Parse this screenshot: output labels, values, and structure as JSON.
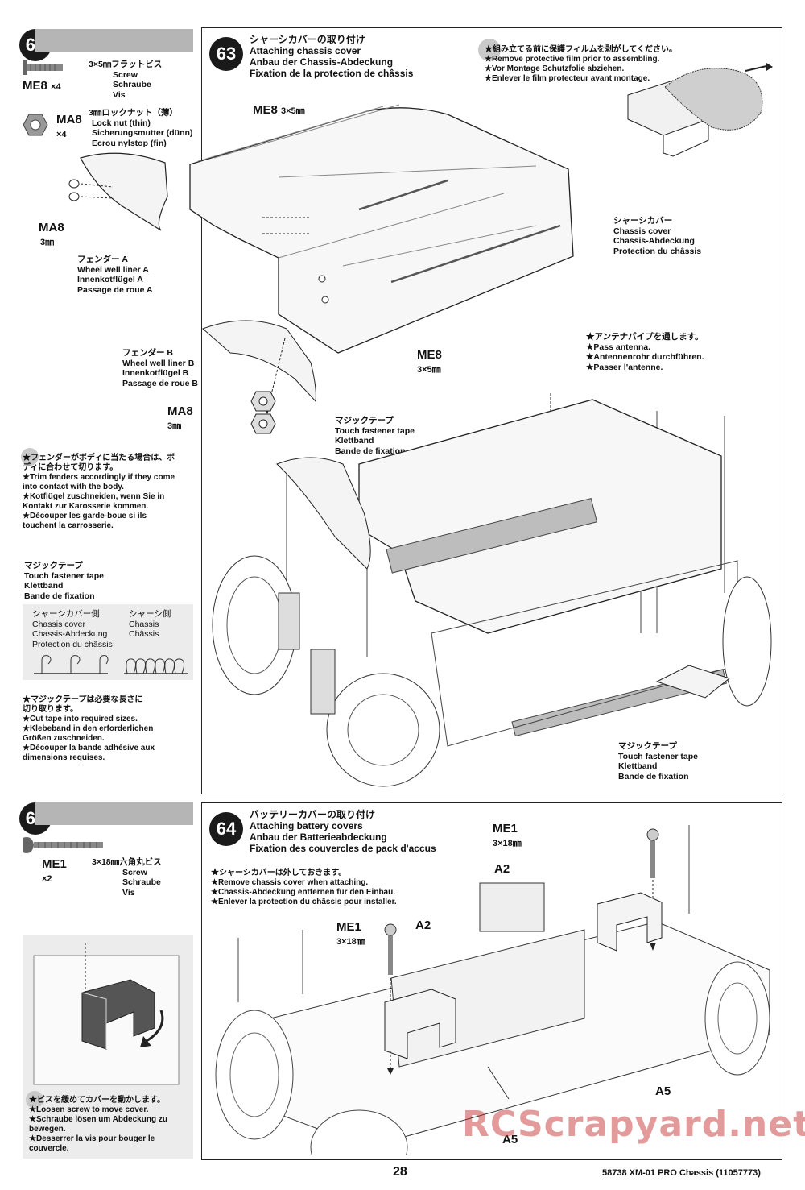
{
  "step63": {
    "number": "63",
    "title_lines": [
      "シャーシカバーの取り付け",
      "Attaching chassis cover",
      "Anbau der Chassis-Abdeckung",
      "Fixation de la protection de châssis"
    ],
    "parts": [
      {
        "code": "ME8",
        "qty": "×4",
        "size": "3×5㎜フラットビス",
        "names": [
          "Screw",
          "Schraube",
          "Vis"
        ]
      },
      {
        "code": "MA8",
        "qty": "×4",
        "size": "3㎜ロックナット（薄）",
        "names": [
          "Lock nut (thin)",
          "Sicherungsmutter (dünn)",
          "Ecrou nylstop (fin)"
        ]
      }
    ],
    "film_note": [
      "★組み立てる前に保護フィルムを剥がしてください。",
      "★Remove protective film prior to assembling.",
      "★Vor Montage Schutzfolie abziehen.",
      "★Enlever le film protecteur avant montage."
    ],
    "me8_top_label": "ME8",
    "me8_top_size": "3×5㎜",
    "ma8_label": "MA8",
    "ma8_size": "3㎜",
    "fender_a": [
      "フェンダー A",
      "Wheel well liner A",
      "Innenkotflügel A",
      "Passage de roue A"
    ],
    "fender_b": [
      "フェンダー B",
      "Wheel well liner B",
      "Innenkotflügel B",
      "Passage de roue B"
    ],
    "ma8_lower_label": "MA8",
    "ma8_lower_size": "3㎜",
    "chassis_cover": [
      "シャーシカバー",
      "Chassis cover",
      "Chassis-Abdeckung",
      "Protection du châssis"
    ],
    "me8_mid_label": "ME8",
    "me8_mid_size": "3×5㎜",
    "antenna_note": [
      "★アンテナパイプを通します。",
      "★Pass antenna.",
      "★Antennenrohr durchführen.",
      "★Passer l'antenne."
    ],
    "touch_tape_upper": [
      "マジックテープ",
      "Touch fastener tape",
      "Klettband",
      "Bande de fixation"
    ],
    "touch_tape_lower": [
      "マジックテープ",
      "Touch fastener tape",
      "Klettband",
      "Bande de fixation"
    ],
    "trim_note": [
      "★フェンダーがボディに当たる場合は、ボ",
      "ディに合わせて切ります。",
      "★Trim fenders accordingly if they come",
      "into contact with the body.",
      "★Kotflügel zuschneiden, wenn Sie in",
      "Kontakt zur Karosserie kommen.",
      "★Découper les garde-boue si ils",
      "touchent la carrosserie."
    ],
    "tape_heading": [
      "マジックテープ",
      "Touch fastener tape",
      "Klettband",
      "Bande de fixation"
    ],
    "tape_cover_side": [
      "シャーシカバー側",
      "Chassis cover",
      "Chassis-Abdeckung",
      "Protection du châssis"
    ],
    "tape_chassis_side": [
      "シャーシ側",
      "Chassis",
      "Châssis"
    ],
    "cut_note": [
      "★マジックテープは必要な長さに",
      "切り取ります。",
      "★Cut tape into required sizes.",
      "★Klebeband in den erforderlichen",
      "Größen zuschneiden.",
      "★Découper la bande adhésive aux",
      "dimensions requises."
    ]
  },
  "step64": {
    "number": "64",
    "title_lines": [
      "バッテリーカバーの取り付け",
      "Attaching battery covers",
      "Anbau der Batterieabdeckung",
      "Fixation des couvercles de pack d'accus"
    ],
    "parts": [
      {
        "code": "ME1",
        "qty": "×2",
        "size": "3×18㎜六角丸ビス",
        "names": [
          "Screw",
          "Schraube",
          "Vis"
        ]
      }
    ],
    "remove_note": [
      "★シャーシカバーは外しておきます。",
      "★Remove chassis cover when attaching.",
      "★Chassis-Abdeckung entfernen für den Einbau.",
      "★Enlever la protection du châssis pour installer."
    ],
    "me1_right_label": "ME1",
    "me1_right_size": "3×18㎜",
    "me1_left_label": "ME1",
    "me1_left_size": "3×18㎜",
    "a2_right": "A2",
    "a2_left": "A2",
    "a5_right": "A5",
    "a5_left": "A5",
    "loosen_note": [
      "★ビスを緩めてカバーを動かします。",
      "★Loosen screw to move cover.",
      "★Schraube lösen um Abdeckung zu",
      "bewegen.",
      "★Desserrer la vis pour bouger le",
      "couvercle."
    ]
  },
  "footer": {
    "page_number": "28",
    "doc_ref": "58738 XM-01 PRO Chassis (11057773)"
  },
  "watermark": "RCScrapyard.net"
}
